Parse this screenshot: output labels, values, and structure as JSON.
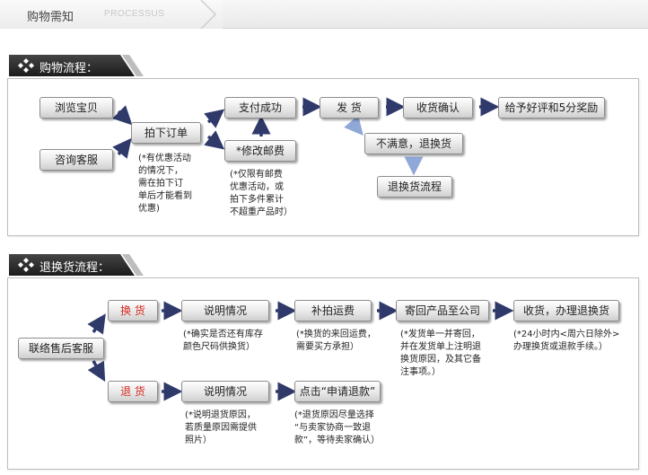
{
  "header": {
    "title": "购物需知",
    "subtitle": "PROCESSUS"
  },
  "shopping": {
    "section_title": "购物流程：",
    "boxes": {
      "browse": "浏览宝贝",
      "consult": "咨询客服",
      "order": "拍下订单",
      "paid": "支付成功",
      "modify_postage": "*修改邮费",
      "ship": "发 货",
      "confirm": "收货确认",
      "review": "给予好评和5分奖励",
      "unsatisfied": "不满意，退换货",
      "return_flow": "退换货流程"
    },
    "notes": {
      "order_note": "(*有优惠活动\n的情况下，\n需在拍下订\n单后才能看到\n优惠)",
      "postage_note": "(*仅限有邮费\n优惠活动，或\n拍下多件累计\n不超重产品时）"
    }
  },
  "returns": {
    "section_title": "退换货流程：",
    "boxes": {
      "contact": "联络售后客服",
      "exchange": "换 货",
      "refund": "退 货",
      "explain_1": "说明情况",
      "explain_2": "说明情况",
      "reshoot_shipping": "补拍运费",
      "send_back": "寄回产品至公司",
      "receive": "收货，办理退换货",
      "apply_refund": "点击“申请退款”"
    },
    "notes": {
      "exchange_explain": "(*确实是否还有库存\n颜色尺码供换货）",
      "shipping_note": "(*换货的来回运费，\n需要买方承担）",
      "send_back_note": "(*发货单一并寄回，\n并在发货单上注明退\n换货原因，及其它备\n注事项。）",
      "receive_note": "(*24小时内<周六日除外>\n办理换货或退款手续。）",
      "refund_explain": "(*说明退货原因，\n若质量原因需提供\n照片）",
      "apply_note": "(*退货原因尽量选择\n“与卖家协商一致退\n款”，等待卖家确认）"
    }
  },
  "colors": {
    "tab_dark": "#2b2b2b",
    "arrow": "#2f3a6a",
    "arrow_light": "#8fa8d8",
    "red_text": "#d42a1e"
  }
}
